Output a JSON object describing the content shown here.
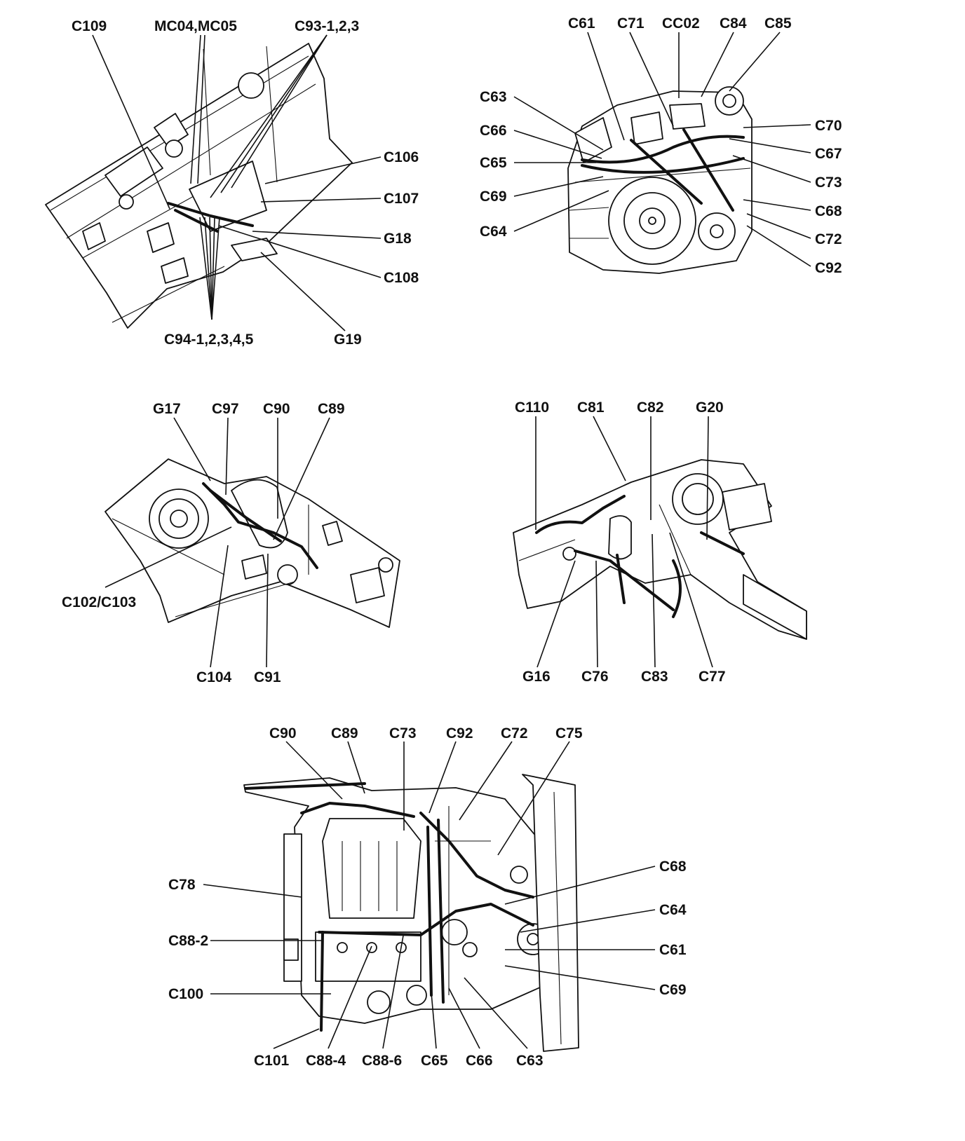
{
  "views": {
    "bulkhead": {
      "labels": [
        "C109",
        "MC04,MC05",
        "C93-1,2,3",
        "C106",
        "C107",
        "G18",
        "C108",
        "C94-1,2,3,4,5",
        "G19"
      ]
    },
    "transaxle": {
      "labels": [
        "C61",
        "C71",
        "CC02",
        "C84",
        "C85",
        "C63",
        "C66",
        "C65",
        "C69",
        "C64",
        "C70",
        "C67",
        "C73",
        "C68",
        "C72",
        "C92"
      ]
    },
    "left_fender": {
      "labels": [
        "G17",
        "C97",
        "C90",
        "C89",
        "C102/C103",
        "C104",
        "C91"
      ]
    },
    "right_fender": {
      "labels": [
        "C110",
        "C81",
        "C82",
        "G20",
        "G16",
        "C76",
        "C83",
        "C77"
      ]
    },
    "engine": {
      "labels": [
        "C90",
        "C89",
        "C73",
        "C92",
        "C72",
        "C75",
        "C78",
        "C88-2",
        "C100",
        "C68",
        "C64",
        "C61",
        "C69",
        "C101",
        "C88-4",
        "C88-6",
        "C65",
        "C66",
        "C63"
      ]
    }
  }
}
